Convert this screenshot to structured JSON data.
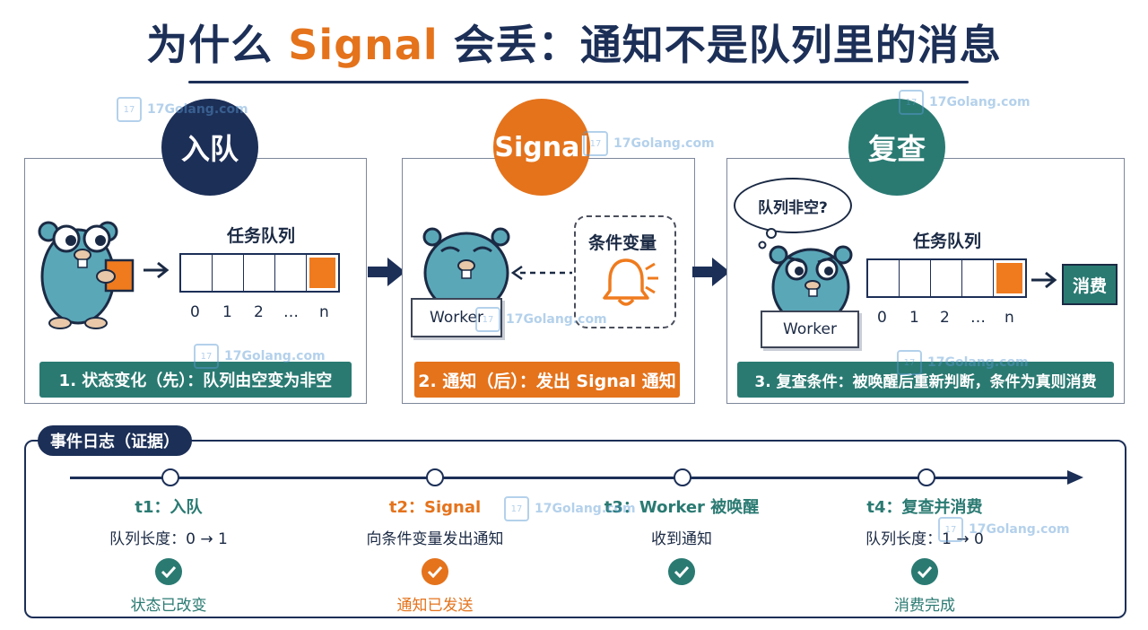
{
  "title": {
    "pre": "为什么",
    "accent": "Signal",
    "post": "会丢：通知不是队列里的消息"
  },
  "colors": {
    "navy": "#1c2f57",
    "orange": "#e4731c",
    "teal": "#2a7a72",
    "gopher": "#5aa7b8"
  },
  "panels": [
    {
      "badge": "入队",
      "queue_title": "任务队列",
      "indices": [
        "0",
        "1",
        "2",
        "…",
        "n"
      ],
      "step": "1. 状态变化（先）：队列由空变为非空"
    },
    {
      "badge": "Signal",
      "worker": "Worker",
      "cond_title": "条件变量",
      "step": "2. 通知（后）：发出 Signal 通知"
    },
    {
      "badge": "复查",
      "bubble": "队列非空?",
      "worker": "Worker",
      "queue_title": "任务队列",
      "indices": [
        "0",
        "1",
        "2",
        "…",
        "n"
      ],
      "consume": "消费",
      "step": "3. 复查条件：被唤醒后重新判断，条件为真则消费"
    }
  ],
  "log": {
    "tag": "事件日志（证据）",
    "events": [
      {
        "title": "t1：入队",
        "desc": "队列长度：0 → 1",
        "status": "状态已改变",
        "icon": "check-icon"
      },
      {
        "title": "t2：Signal",
        "desc": "向条件变量发出通知",
        "status": "通知已发送",
        "icon": "check-icon"
      },
      {
        "title": "t3：Worker 被唤醒",
        "desc": "收到通知",
        "status": "",
        "icon": "check-icon"
      },
      {
        "title": "t4：复查并消费",
        "desc": "队列长度：1 → 0",
        "status": "消费完成",
        "icon": "check-icon"
      }
    ]
  },
  "watermark": "17Golang.com"
}
